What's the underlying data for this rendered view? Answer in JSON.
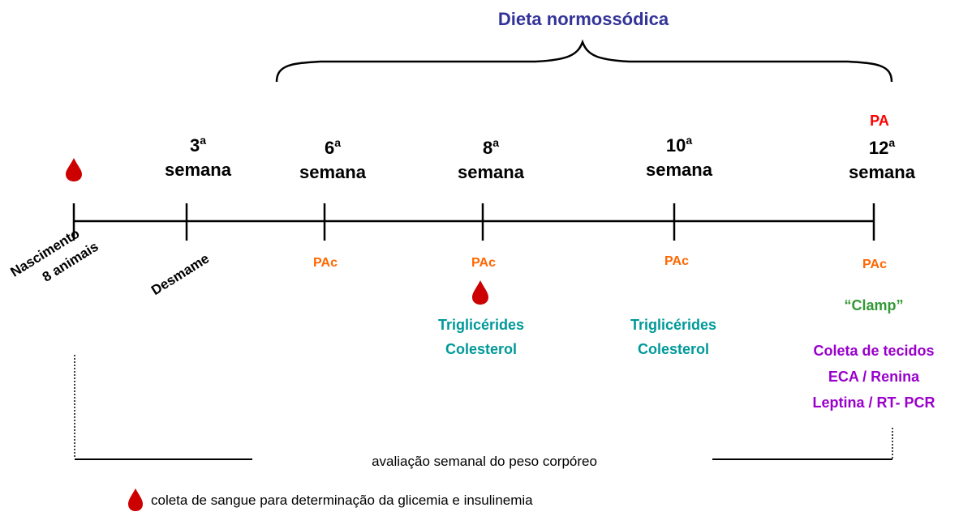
{
  "colors": {
    "diet": "#333399",
    "pa": "#ff0000",
    "pac": "#ff6600",
    "clamp": "#339933",
    "lipids": "#009999",
    "tissue": "#9900cc",
    "drop": "#cc0000"
  },
  "diet_label": "Dieta normossódica",
  "pa_label": "PA",
  "weeks": [
    {
      "num": "3",
      "ord": "a",
      "word": "semana"
    },
    {
      "num": "6",
      "ord": "a",
      "word": "semana"
    },
    {
      "num": "8",
      "ord": "a",
      "word": "semana"
    },
    {
      "num": "10",
      "ord": "a",
      "word": "semana"
    },
    {
      "num": "12",
      "ord": "a",
      "word": "semana"
    }
  ],
  "start": {
    "line1": "Nascimento",
    "line2": "8 animais"
  },
  "weaning": "Desmame",
  "pac": "PAc",
  "lipids": {
    "line1": "Triglicérides",
    "line2": "Colesterol"
  },
  "clamp": "“Clamp”",
  "tissue": {
    "line1": "Coleta de tecidos",
    "line2": "ECA / Renina",
    "line3": "Leptina / RT- PCR"
  },
  "weight_note": "avaliação semanal do peso corpóreo",
  "legend": {
    "icon": "blood-drop-icon",
    "text": "coleta de sangue para determinação da glicemia e insulinemia"
  }
}
